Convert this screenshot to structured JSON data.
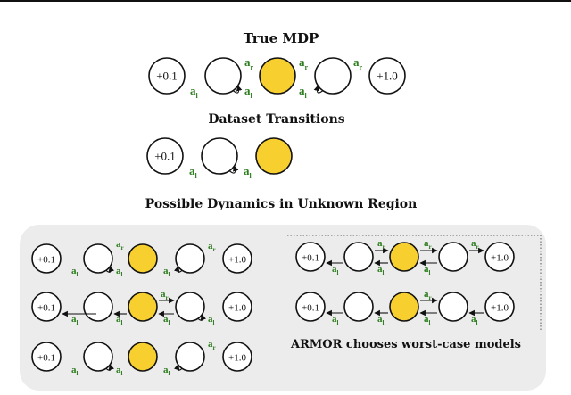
{
  "titles": {
    "true_mdp": "True MDP",
    "dataset": "Dataset Transitions",
    "possible": "Possible Dynamics in Unknown Region",
    "armor": "ARMOR chooses worst-case models"
  },
  "labels": {
    "left_reward": "+0.1",
    "right_reward": "+1.0",
    "action_right_base": "a",
    "action_right_sub": "r",
    "action_left_base": "a",
    "action_left_sub": "l"
  },
  "colors": {
    "start_state": "#f7cf2f",
    "action_label": "#2e7d1f",
    "panel_background": "#ececec"
  }
}
